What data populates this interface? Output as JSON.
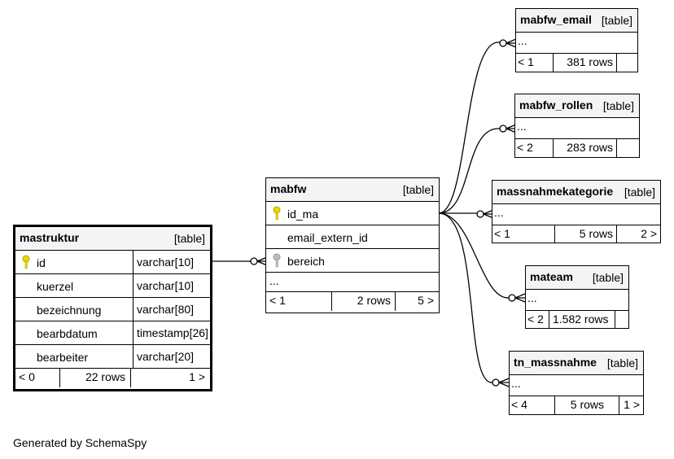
{
  "footer": "Generated by SchemaSpy",
  "tables": {
    "mastruktur": {
      "name": "mastruktur",
      "kind": "[table]",
      "columns": [
        {
          "name": "id",
          "type": "varchar[10]"
        },
        {
          "name": "kuerzel",
          "type": "varchar[10]"
        },
        {
          "name": "bezeichnung",
          "type": "varchar[80]"
        },
        {
          "name": "bearbdatum",
          "type": "timestamp[26]"
        },
        {
          "name": "bearbeiter",
          "type": "varchar[20]"
        }
      ],
      "parents": "< 0",
      "rows": "22 rows",
      "children": "1 >"
    },
    "mabfw": {
      "name": "mabfw",
      "kind": "[table]",
      "columns": [
        {
          "name": "id_ma"
        },
        {
          "name": "email_extern_id"
        },
        {
          "name": "bereich"
        }
      ],
      "more": "...",
      "parents": "< 1",
      "rows": "2 rows",
      "children": "5 >"
    },
    "mabfw_email": {
      "name": "mabfw_email",
      "kind": "[table]",
      "more": "...",
      "parents": "< 1",
      "rows": "381 rows",
      "children": ""
    },
    "mabfw_rollen": {
      "name": "mabfw_rollen",
      "kind": "[table]",
      "more": "...",
      "parents": "< 2",
      "rows": "283 rows",
      "children": ""
    },
    "massnahmekategorie": {
      "name": "massnahmekategorie",
      "kind": "[table]",
      "more": "...",
      "parents": "< 1",
      "rows": "5 rows",
      "children": "2 >"
    },
    "mateam": {
      "name": "mateam",
      "kind": "[table]",
      "more": "...",
      "parents": "< 2",
      "rows": "1.582 rows",
      "children": ""
    },
    "tn_massnahme": {
      "name": "tn_massnahme",
      "kind": "[table]",
      "more": "...",
      "parents": "< 4",
      "rows": "5 rows",
      "children": "1 >"
    }
  },
  "colors": {
    "primary_key": "#e6d800",
    "foreign_key": "#aaaaaa",
    "header_bg": "#f4f4f4"
  }
}
